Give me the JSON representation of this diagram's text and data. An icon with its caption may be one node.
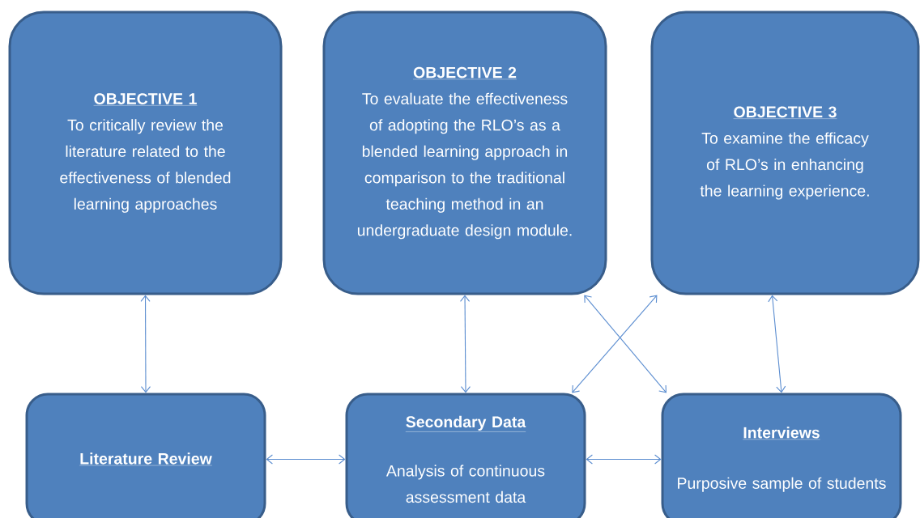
{
  "diagram": {
    "nodes": [
      {
        "text": [
          "OBJECTIVE 1",
          "To critically review the literature related to the effectiveness of blended learning approaches"
        ]
      },
      {
        "text": [
          "OBJECTIVE 2",
          "To evaluate the effectiveness of adopting the RLO’s as a blended learning approach in comparison to the traditional teaching method in an undergraduate design module."
        ]
      },
      {
        "text": [
          "OBJECTIVE 3",
          "To examine the efficacy of RLO’s in enhancing the learning experience."
        ]
      },
      {
        "text": [
          "Literature Review"
        ]
      },
      {
        "text": [
          "Secondary Data",
          "Analysis of continuous assessment data"
        ]
      },
      {
        "text": [
          "Interviews",
          "Purposive sample of students"
        ]
      }
    ],
    "edges": [
      {
        "from": 0,
        "to": 3,
        "arrow": "both"
      },
      {
        "from": 1,
        "to": 4,
        "arrow": "both"
      },
      {
        "from": 2,
        "to": 5,
        "arrow": "both"
      },
      {
        "from": 1,
        "to": 5,
        "arrow": "both"
      },
      {
        "from": 2,
        "to": 4,
        "arrow": "both"
      },
      {
        "from": 3,
        "to": 4,
        "arrow": "both"
      },
      {
        "from": 4,
        "to": 5,
        "arrow": "both"
      }
    ]
  }
}
